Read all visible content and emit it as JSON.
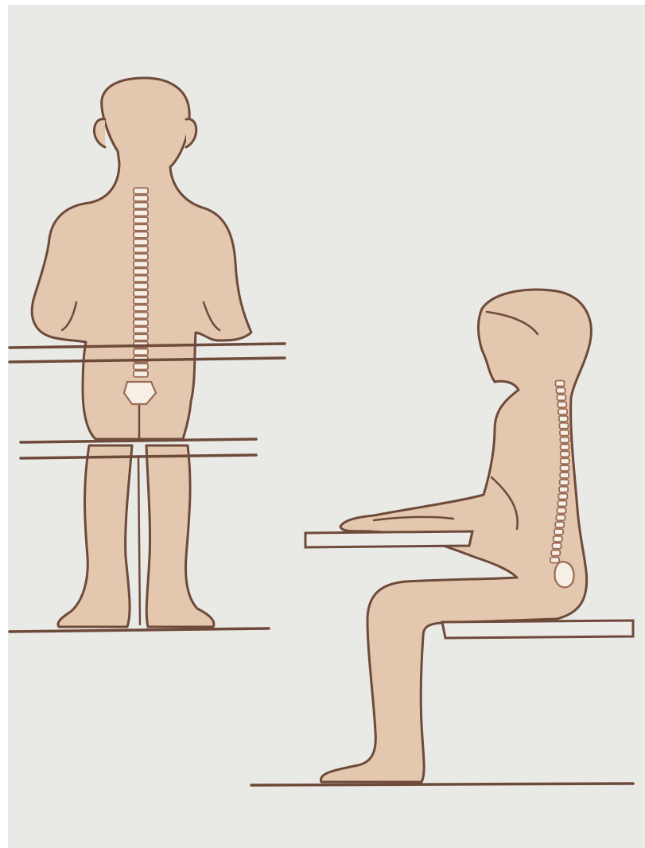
{
  "illustration": {
    "figures": [
      {
        "name": "child-standing-back-view",
        "icon": "standing-child-back-figure"
      },
      {
        "name": "child-seated-side-view",
        "icon": "seated-child-side-figure"
      }
    ],
    "colors": {
      "background": "#e9e9e6",
      "skin": "#e3c7ae",
      "outline": "#6e4a3a",
      "spine": "#9a6b55",
      "paper": "#ecebe8"
    }
  }
}
